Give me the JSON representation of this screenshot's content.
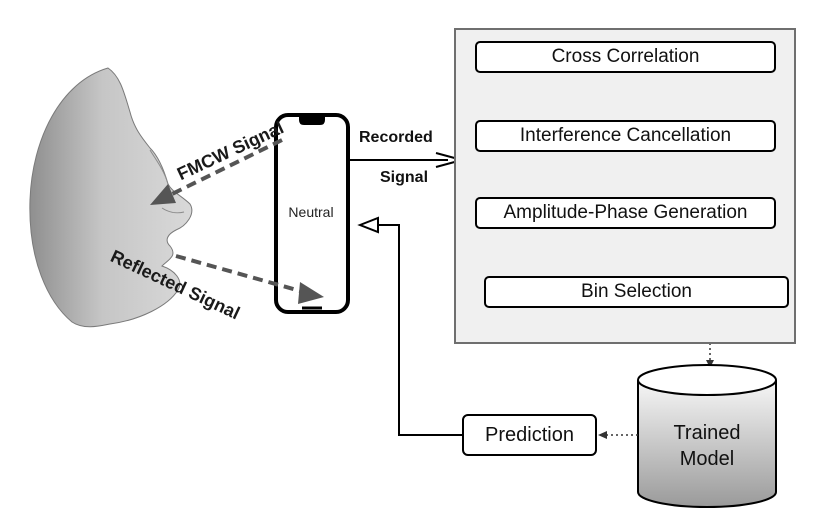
{
  "face": {
    "icon": "face-profile-icon"
  },
  "labels": {
    "fmcw": "FMCW Signal",
    "reflected": "Reflected Signal",
    "recorded_line1": "Recorded",
    "recorded_line2": "Signal",
    "phone_screen": "Neutral"
  },
  "pipeline": {
    "steps": [
      "Cross Correlation",
      "Interference Cancellation",
      "Amplitude-Phase Generation",
      "Bin Selection"
    ]
  },
  "model": {
    "label": "Trained Model"
  },
  "prediction": {
    "label": "Prediction"
  },
  "colors": {
    "panel_bg": "#f0f0f0",
    "panel_border": "#6f6f6f",
    "dashed_arrow": "#555555",
    "face": "#b9b9b9"
  }
}
